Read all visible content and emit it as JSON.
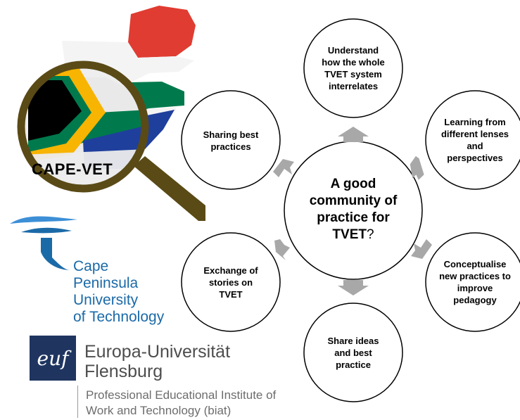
{
  "logos": {
    "capevet_label": "CAPE-VET",
    "cput_lines": [
      "Cape",
      "Peninsula",
      "University",
      "of Technology"
    ],
    "euf_badge": "euf",
    "euf_name_lines": [
      "Europa-Universität",
      "Flensburg"
    ],
    "euf_sub_lines": [
      "Professional Educational Institute of",
      "Work and Technology (biat)"
    ]
  },
  "diagram": {
    "center": {
      "line1": "A good",
      "line2": "community of",
      "line3": "practice for",
      "line4_main": "TVET",
      "line4_q": "?"
    },
    "nodes": {
      "top": "Understand how the whole TVET system interrelates",
      "right_top": "Learning from different lenses and perspectives",
      "right_bottom": "Conceptualise new practices to improve pedagogy",
      "bottom": "Share ideas and best practice",
      "left_bottom": "Exchange of stories on TVET",
      "left_top": "Sharing best practices"
    }
  },
  "colors": {
    "flag_red": "#e03c31",
    "flag_blue": "#1f3f9c",
    "flag_green": "#007a4d",
    "flag_yellow": "#f7b400",
    "flag_black": "#000000",
    "magnifier_rim": "#5a4a16",
    "cput_blue": "#1b6aa8",
    "euf_navy": "#1f3560",
    "arrow_gray": "#a8a8a8"
  }
}
